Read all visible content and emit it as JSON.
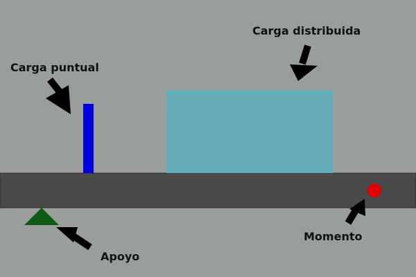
{
  "labels": {
    "point_load": "Carga puntual",
    "distributed_load": "Carga distribuida",
    "support": "Apoyo",
    "moment": "Momento"
  },
  "colors": {
    "background": "#9a9e9b",
    "beam": "#4a4a4a",
    "point_load": "#0000dd",
    "distributed_load": "#66abb8",
    "support": "#0e5a14",
    "moment": "#e00000",
    "arrow": "#000000",
    "text": "#111111"
  }
}
